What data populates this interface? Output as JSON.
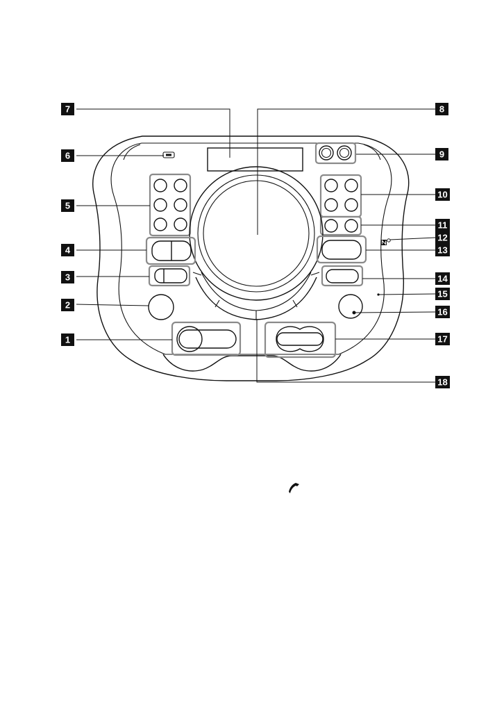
{
  "callouts": [
    {
      "id": "1",
      "label": "1"
    },
    {
      "id": "2",
      "label": "2"
    },
    {
      "id": "3",
      "label": "3"
    },
    {
      "id": "4",
      "label": "4"
    },
    {
      "id": "5",
      "label": "5"
    },
    {
      "id": "6",
      "label": "6"
    },
    {
      "id": "7",
      "label": "7"
    },
    {
      "id": "8",
      "label": "8"
    },
    {
      "id": "9",
      "label": "9"
    },
    {
      "id": "10",
      "label": "10"
    },
    {
      "id": "11",
      "label": "11"
    },
    {
      "id": "12",
      "label": "12"
    },
    {
      "id": "13",
      "label": "13"
    },
    {
      "id": "14",
      "label": "14"
    },
    {
      "id": "15",
      "label": "15"
    },
    {
      "id": "16",
      "label": "16"
    },
    {
      "id": "17",
      "label": "17"
    },
    {
      "id": "18",
      "label": "18"
    }
  ],
  "icons": {
    "usb_port": "usb-port-icon",
    "nfc_mark": "n-mark-icon",
    "telephone": "telephone-icon"
  },
  "colors": {
    "callout_box": "#111111",
    "callout_text": "#ffffff",
    "line": "#111111",
    "group_outline": "#8a8a8a"
  }
}
